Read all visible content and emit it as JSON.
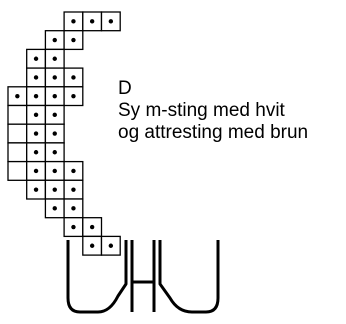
{
  "legend": {
    "letter": "D",
    "line1": "Sy m-sting med hvit",
    "line2": "og attresting med brun"
  },
  "colors": {
    "ink": "#000000",
    "paper": "#ffffff"
  },
  "chart_data": {
    "type": "table",
    "description_rows": [
      {
        "row": 0,
        "cells": [
          3,
          4,
          5
        ],
        "dots": [
          3,
          4,
          5
        ]
      },
      {
        "row": 1,
        "cells": [
          2,
          3
        ],
        "dots": [
          2,
          3
        ]
      },
      {
        "row": 2,
        "cells": [
          1,
          2
        ],
        "dots": [
          1,
          2
        ]
      },
      {
        "row": 3,
        "cells": [
          1,
          2,
          3
        ],
        "dots": [
          1,
          2,
          3
        ]
      },
      {
        "row": 4,
        "cells": [
          0,
          1,
          2,
          3
        ],
        "dots": [
          0,
          1,
          2,
          3
        ]
      },
      {
        "row": 5,
        "cells": [
          0,
          1,
          2
        ],
        "dots": [
          1,
          2
        ]
      },
      {
        "row": 6,
        "cells": [
          0,
          1,
          2
        ],
        "dots": [
          1,
          2
        ]
      },
      {
        "row": 7,
        "cells": [
          0,
          1,
          2
        ],
        "dots": [
          1,
          2
        ]
      },
      {
        "row": 8,
        "cells": [
          0,
          1,
          2,
          3
        ],
        "dots": [
          1,
          2,
          3
        ]
      },
      {
        "row": 9,
        "cells": [
          1,
          2,
          3
        ],
        "dots": [
          1,
          2,
          3
        ]
      },
      {
        "row": 10,
        "cells": [
          2,
          3
        ],
        "dots": [
          2,
          3
        ]
      },
      {
        "row": 11,
        "cells": [
          3,
          4
        ],
        "dots": [
          3,
          4
        ]
      },
      {
        "row": 12,
        "cells": [
          4,
          5
        ],
        "dots": [
          4,
          5
        ]
      }
    ],
    "stitch_symbols": [
      "V",
      "H",
      "V"
    ]
  }
}
